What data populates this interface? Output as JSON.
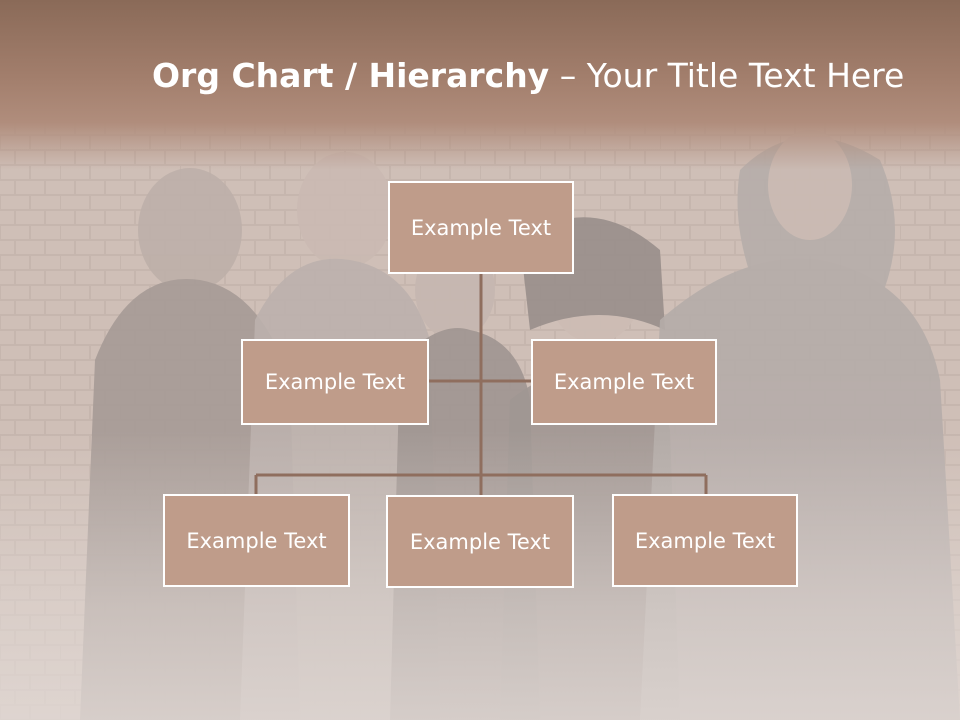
{
  "title": {
    "bold": "Org Chart / Hierarchy",
    "separator": " – ",
    "rest": "Your Title Text Here"
  },
  "org_chart": {
    "root": "Example Text",
    "assistants": [
      "Example Text",
      "Example Text"
    ],
    "children": [
      "Example Text",
      "Example Text",
      "Example Text"
    ]
  },
  "colors": {
    "title_band": "#a27e6c",
    "node_fill": "#bf9c8a",
    "node_border": "#ffffff",
    "connector": "#8f6e5e",
    "text": "#ffffff"
  }
}
